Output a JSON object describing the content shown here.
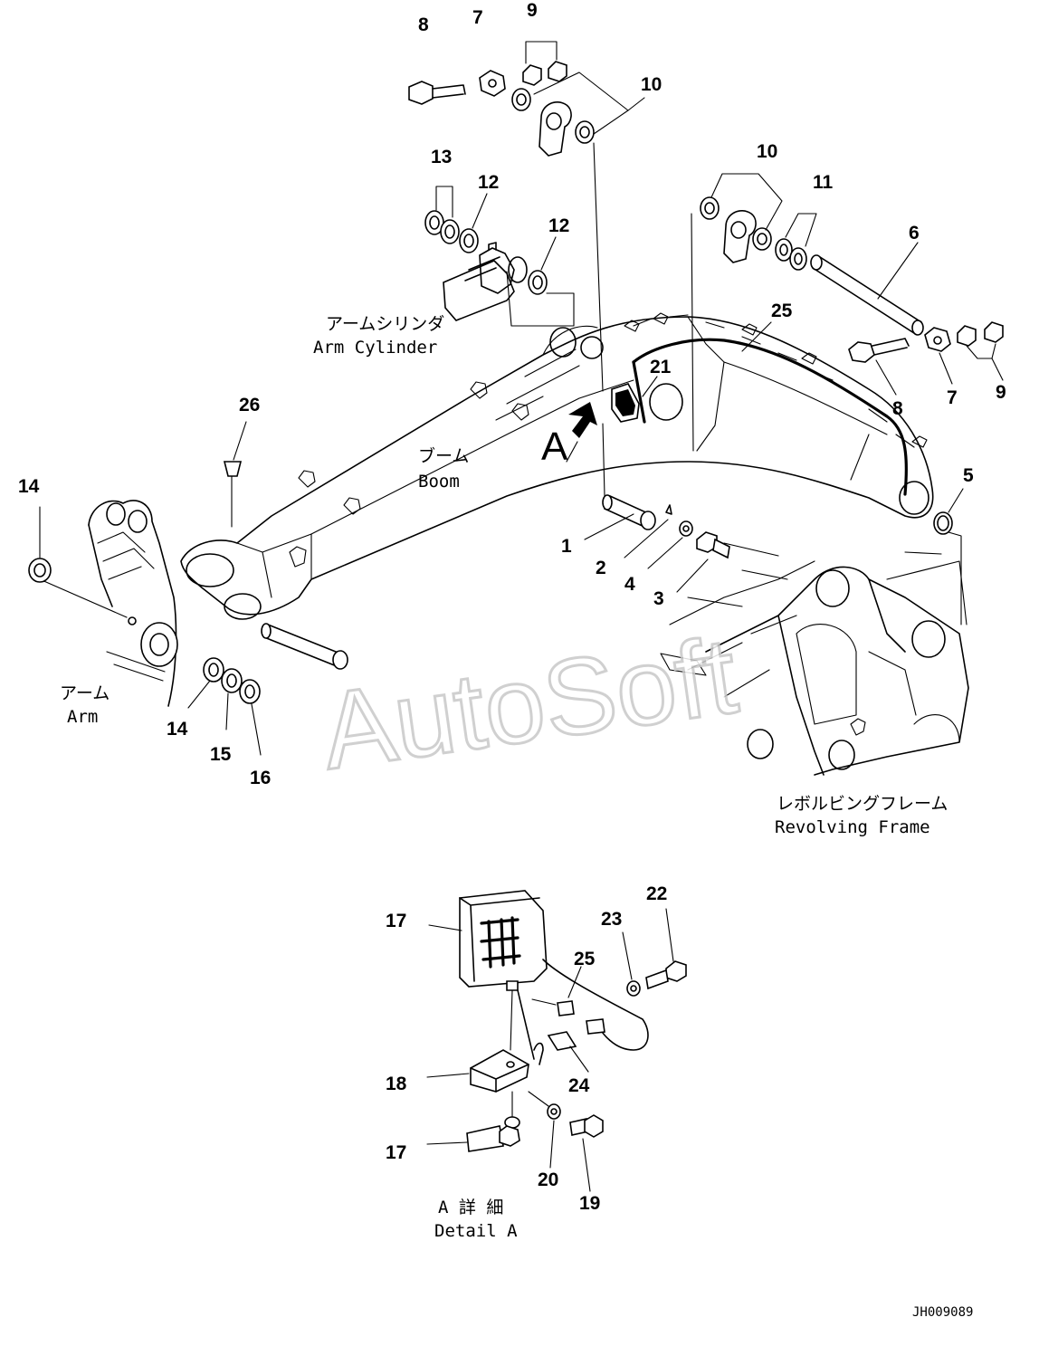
{
  "callouts": [
    {
      "id": "c8a",
      "text": "8"
    },
    {
      "id": "c7a",
      "text": "7"
    },
    {
      "id": "c9a",
      "text": "9"
    },
    {
      "id": "c10a",
      "text": "10"
    },
    {
      "id": "c13",
      "text": "13"
    },
    {
      "id": "c12a",
      "text": "12"
    },
    {
      "id": "c12b",
      "text": "12"
    },
    {
      "id": "c10b",
      "text": "10"
    },
    {
      "id": "c11",
      "text": "11"
    },
    {
      "id": "c6",
      "text": "6"
    },
    {
      "id": "c25a",
      "text": "25"
    },
    {
      "id": "c21",
      "text": "21"
    },
    {
      "id": "c8b",
      "text": "8"
    },
    {
      "id": "c7b",
      "text": "7"
    },
    {
      "id": "c9b",
      "text": "9"
    },
    {
      "id": "c26",
      "text": "26"
    },
    {
      "id": "c14a",
      "text": "14"
    },
    {
      "id": "c5",
      "text": "5"
    },
    {
      "id": "c1",
      "text": "1"
    },
    {
      "id": "c2",
      "text": "2"
    },
    {
      "id": "c4",
      "text": "4"
    },
    {
      "id": "c3",
      "text": "3"
    },
    {
      "id": "c14b",
      "text": "14"
    },
    {
      "id": "c15",
      "text": "15"
    },
    {
      "id": "c16",
      "text": "16"
    },
    {
      "id": "c17a",
      "text": "17"
    },
    {
      "id": "c22",
      "text": "22"
    },
    {
      "id": "c23",
      "text": "23"
    },
    {
      "id": "c25b",
      "text": "25"
    },
    {
      "id": "c18",
      "text": "18"
    },
    {
      "id": "c24",
      "text": "24"
    },
    {
      "id": "c17b",
      "text": "17"
    },
    {
      "id": "c20",
      "text": "20"
    },
    {
      "id": "c19",
      "text": "19"
    }
  ],
  "labels": {
    "arm_cylinder_jp": "アームシリンダ",
    "arm_cylinder_en": "Arm Cylinder",
    "boom_jp": "ブーム",
    "boom_en": "Boom",
    "arm_jp": "アーム",
    "arm_en": "Arm",
    "revolving_jp": "レボルビングフレーム",
    "revolving_en": "Revolving Frame",
    "detail_jp": "A 詳 細",
    "detail_en": "Detail A",
    "view_marker": "A"
  },
  "watermark": "AutoSoft",
  "drawing_code": "JH009089"
}
